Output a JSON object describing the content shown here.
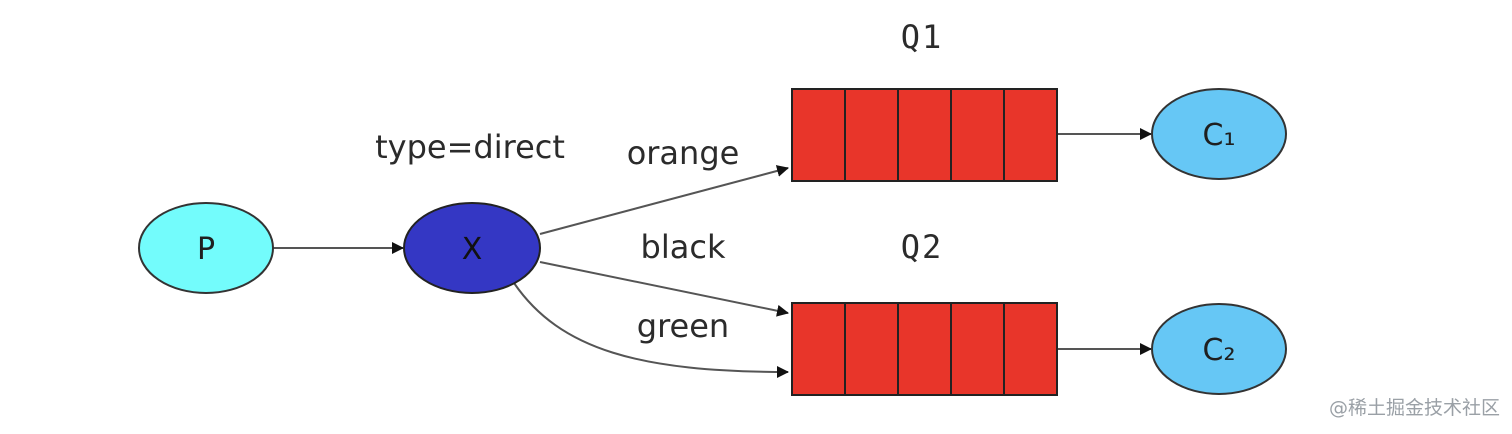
{
  "exchange_type": "type=direct",
  "nodes": {
    "producer": {
      "label": "P",
      "color": "#73fcfc"
    },
    "exchange": {
      "label": "X",
      "color": "#3437c4"
    },
    "consumer1": {
      "label": "C₁",
      "color": "#66c7f5"
    },
    "consumer2": {
      "label": "C₂",
      "color": "#66c7f5"
    }
  },
  "queues": [
    {
      "name": "Q1",
      "color": "#e8352a"
    },
    {
      "name": "Q2",
      "color": "#e8352a"
    }
  ],
  "routing_keys": {
    "orange": "orange",
    "black": "black",
    "green": "green"
  },
  "watermark": "@稀土掘金技术社区"
}
